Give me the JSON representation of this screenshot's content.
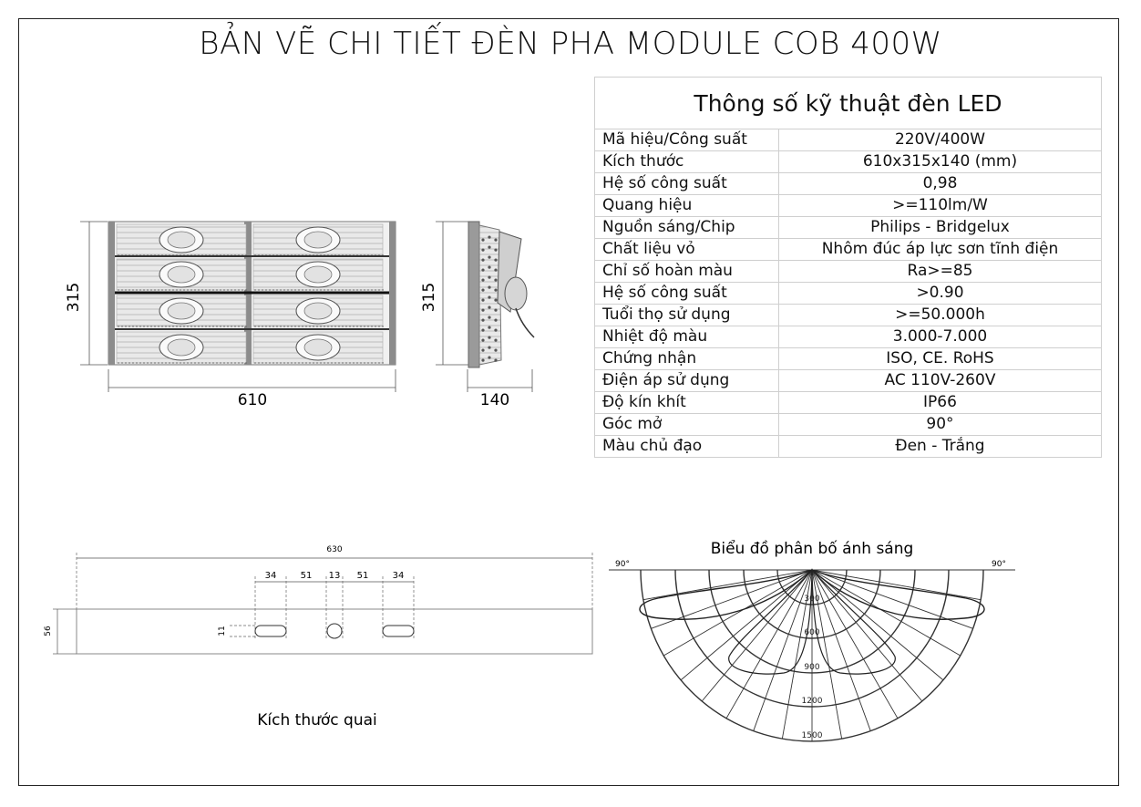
{
  "title": "BẢN VẼ CHI TIẾT ĐÈN PHA MODULE COB 400W",
  "spec_table": {
    "heading": "Thông số kỹ thuật đèn LED",
    "rows": [
      {
        "label": "Mã hiệu/Công suất",
        "value": "220V/400W"
      },
      {
        "label": "Kích thước",
        "value": "610x315x140 (mm)"
      },
      {
        "label": "Hệ số công suất",
        "value": "0,98"
      },
      {
        "label": "Quang hiệu",
        "value": ">=110lm/W"
      },
      {
        "label": "Nguồn sáng/Chip",
        "value": "Philips - Bridgelux"
      },
      {
        "label": "Chất liệu vỏ",
        "value": "Nhôm đúc áp lực sơn tĩnh điện"
      },
      {
        "label": "Chỉ số hoàn màu",
        "value": "Ra>=85"
      },
      {
        "label": "Hệ số công suất",
        "value": ">0.90"
      },
      {
        "label": "Tuổi thọ sử dụng",
        "value": ">=50.000h"
      },
      {
        "label": "Nhiệt độ màu",
        "value": "3.000-7.000"
      },
      {
        "label": "Chứng nhận",
        "value": "ISO, CE. RoHS"
      },
      {
        "label": "Điện áp sử dụng",
        "value": "AC 110V-260V"
      },
      {
        "label": "Độ kín khít",
        "value": "IP66"
      },
      {
        "label": "Góc mở",
        "value": "90°"
      },
      {
        "label": "Màu chủ đạo",
        "value": "Đen - Trắng"
      }
    ]
  },
  "front_view": {
    "width_label": "610",
    "height_label": "315"
  },
  "side_view": {
    "depth_label": "140",
    "height_label": "315"
  },
  "bracket": {
    "caption": "Kích thước quai",
    "total_length": "630",
    "height": "56",
    "slot_height": "11",
    "segments": [
      "34",
      "51",
      "13",
      "51",
      "34"
    ]
  },
  "polar": {
    "caption": "Biểu đồ phân bố ánh sáng",
    "left_angle": "90°",
    "right_angle": "90°",
    "rings": [
      "300",
      "600",
      "900",
      "1200",
      "1500"
    ]
  }
}
